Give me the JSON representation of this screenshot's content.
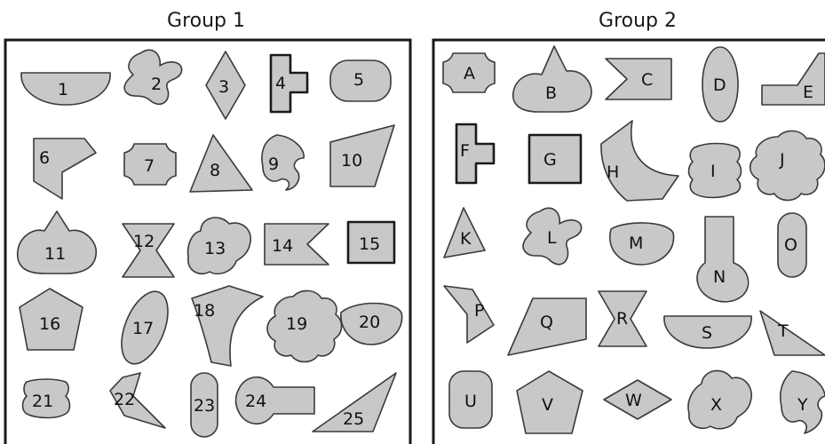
{
  "groups": [
    {
      "title": "Group 1",
      "labels": [
        "1",
        "2",
        "3",
        "4",
        "5",
        "6",
        "7",
        "8",
        "9",
        "10",
        "11",
        "12",
        "13",
        "14",
        "15",
        "16",
        "17",
        "18",
        "19",
        "20",
        "21",
        "22",
        "23",
        "24",
        "25"
      ]
    },
    {
      "title": "Group 2",
      "labels": [
        "A",
        "B",
        "C",
        "D",
        "E",
        "F",
        "G",
        "H",
        "I",
        "J",
        "K",
        "L",
        "M",
        "N",
        "O",
        "P",
        "Q",
        "R",
        "S",
        "T",
        "U",
        "V",
        "W",
        "X",
        "Y"
      ]
    }
  ],
  "colors": {
    "shape_fill": "#c8c8c8",
    "outline": "#3a3a3a",
    "frame": "#1a1a1a"
  }
}
